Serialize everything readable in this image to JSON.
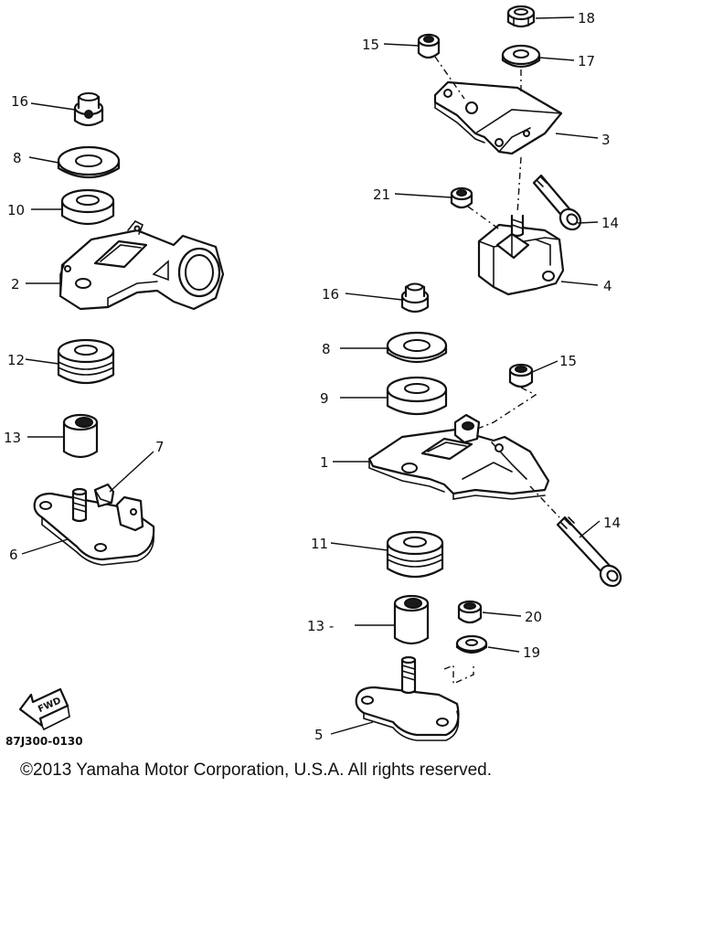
{
  "callouts": {
    "c16_left": "16",
    "c8_left": "8",
    "c10": "10",
    "c2": "2",
    "c12": "12",
    "c13_left": "13",
    "c7": "7",
    "c6": "6",
    "c15_top": "15",
    "c18": "18",
    "c17": "17",
    "c3": "3",
    "c21": "21",
    "c14_top": "14",
    "c4": "4",
    "c16_right": "16",
    "c8_right": "8",
    "c9": "9",
    "c15_mid": "15",
    "c1": "1",
    "c14_bottom": "14",
    "c11": "11",
    "c13_right": "13 -",
    "c20": "20",
    "c19": "19",
    "c5": "5"
  },
  "fwd_label": "FWD",
  "doc_number": "87J300-0130",
  "copyright": "©2013 Yamaha Motor Corporation, U.S.A. All rights reserved."
}
